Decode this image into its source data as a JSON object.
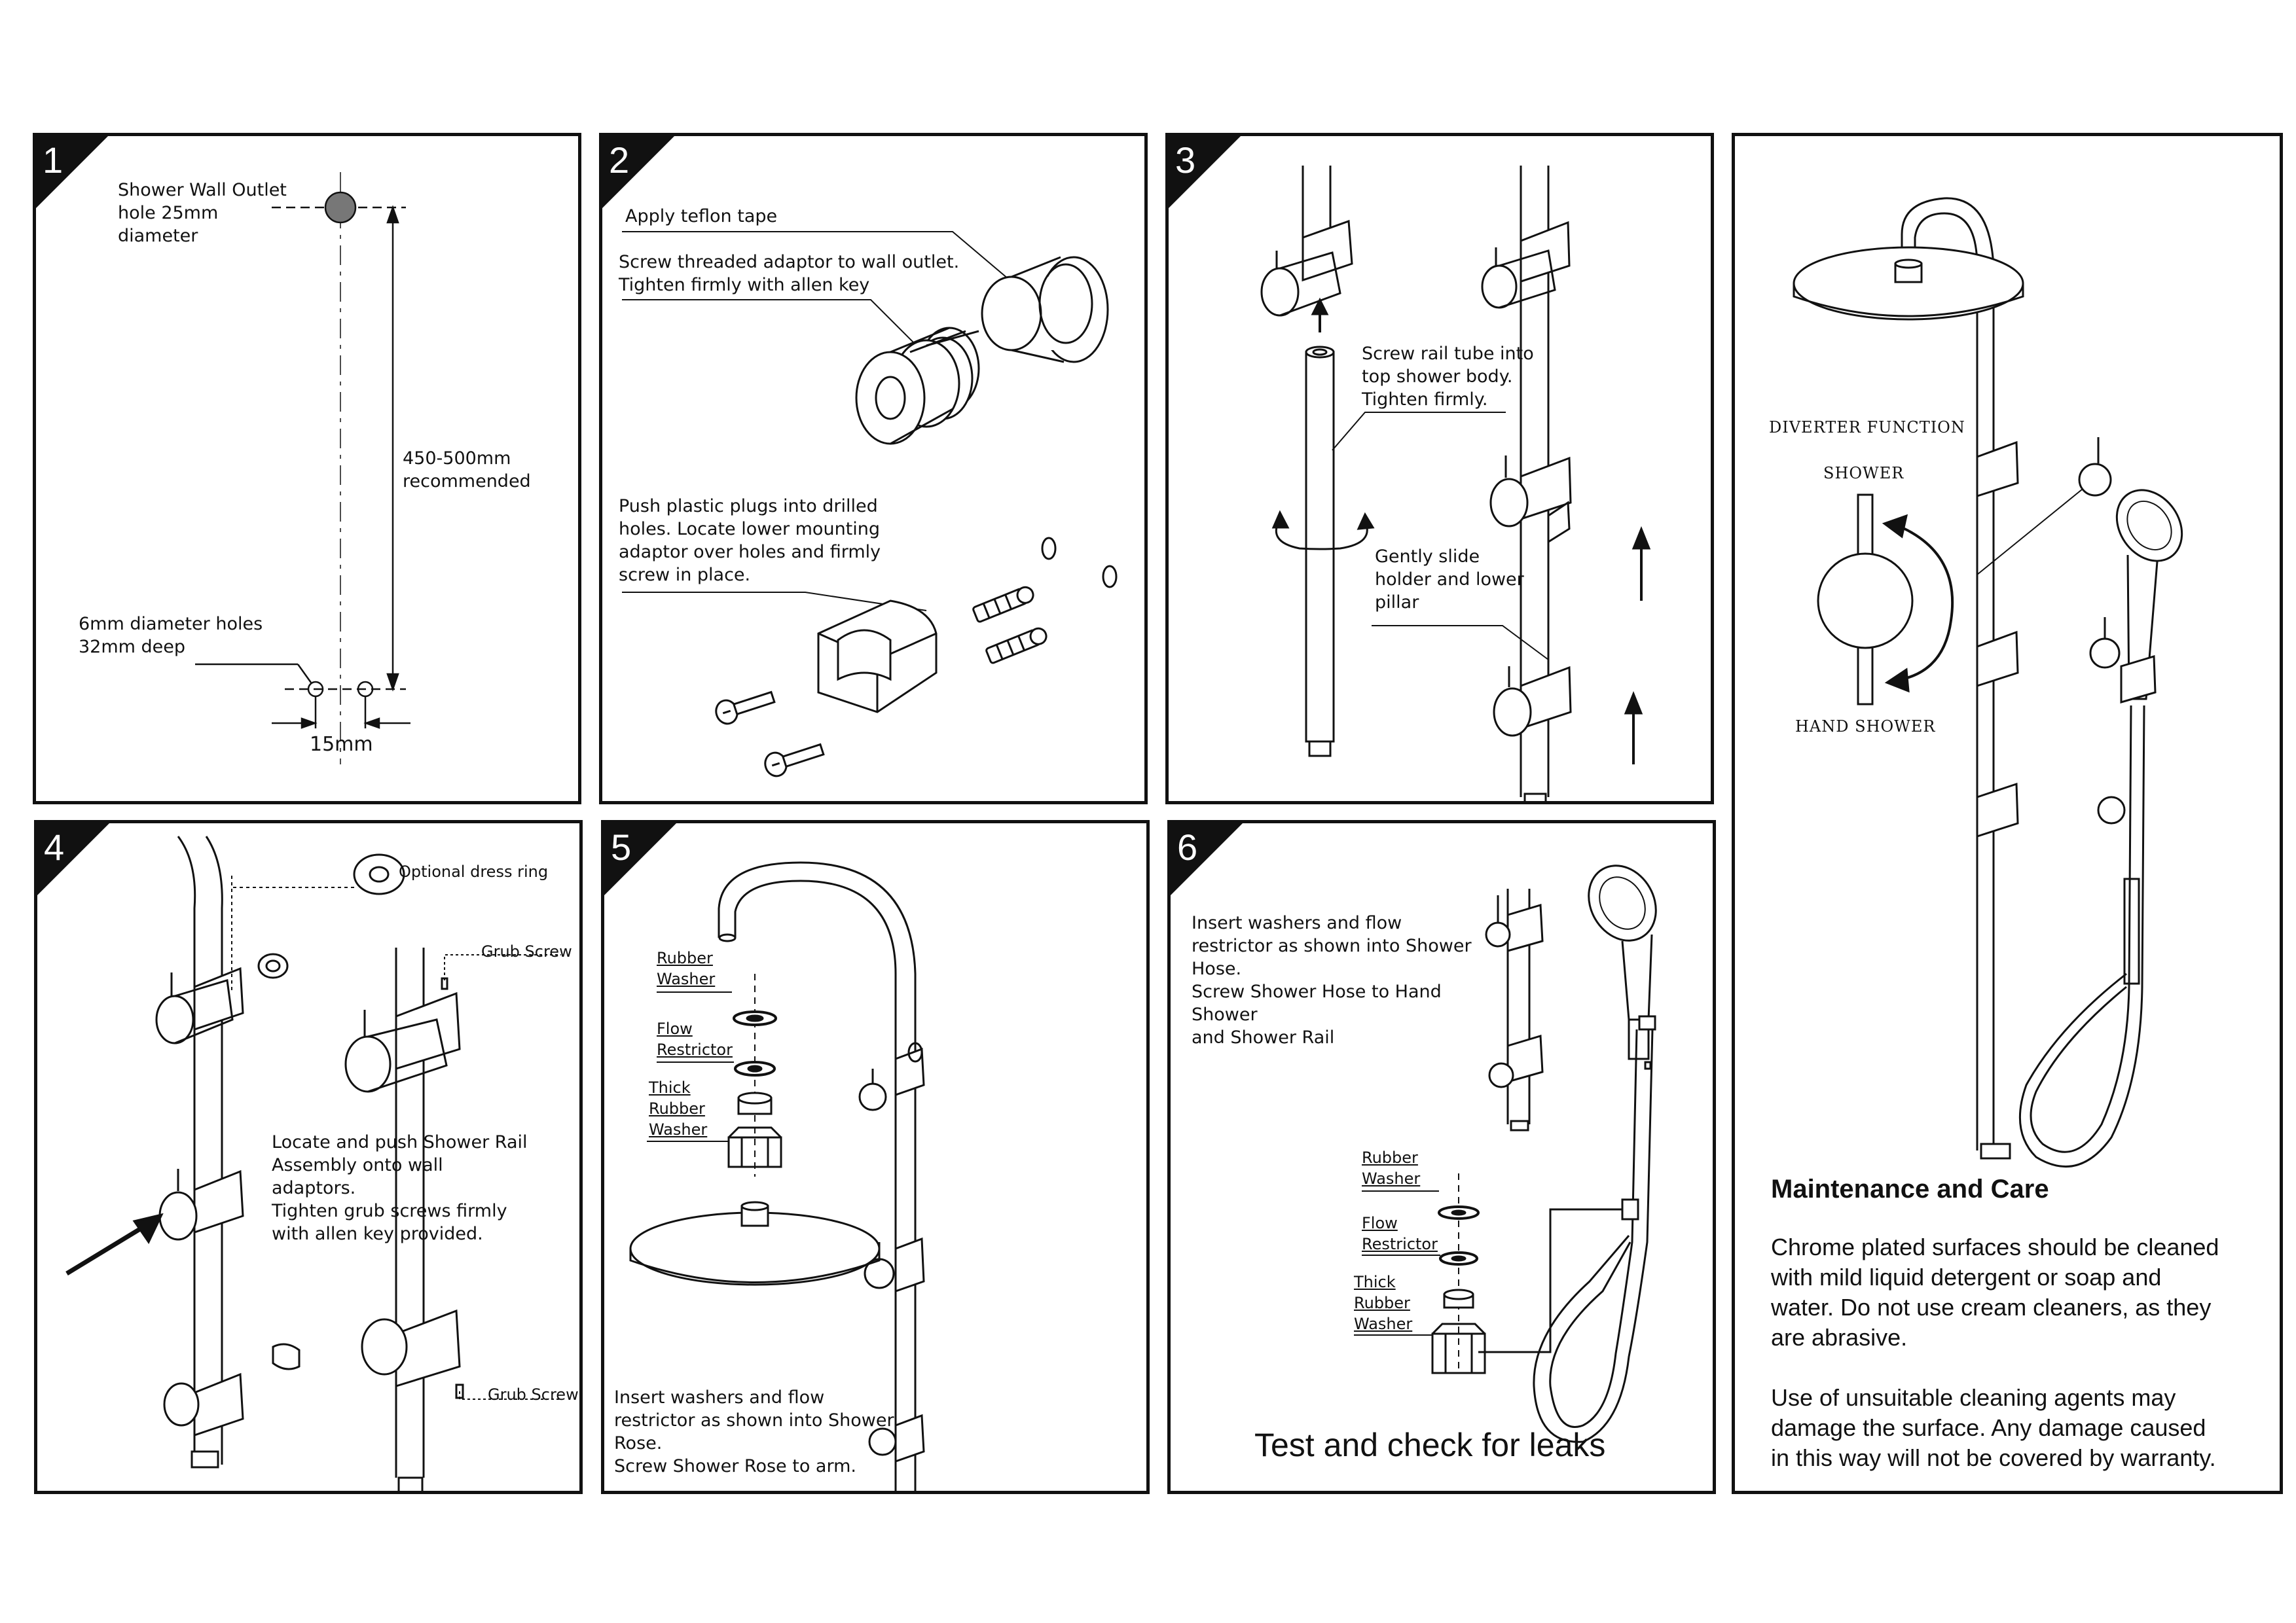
{
  "panels": [
    {
      "number": "1",
      "labels": {
        "outlet": "Shower Wall Outlet\nhole 25mm\ndiameter",
        "recommended": "450-500mm\nrecommended",
        "holes": "6mm diameter holes\n32mm deep",
        "spacing": "15mm"
      }
    },
    {
      "number": "2",
      "labels": {
        "teflon": "Apply teflon tape",
        "adaptor": "Screw threaded adaptor to wall outlet.\nTighten firmly with allen key",
        "plugs": "Push plastic plugs into drilled\nholes. Locate lower mounting\nadaptor over holes and firmly\nscrew in place."
      }
    },
    {
      "number": "3",
      "labels": {
        "rail": "Screw rail tube into\ntop shower body.\nTighten firmly.",
        "slide": "Gently slide\nholder and lower\npillar"
      }
    },
    {
      "number": "4",
      "labels": {
        "dress_ring": "Optional dress ring",
        "grub_top": "Grub Screw",
        "grub_bottom": "Grub Screw",
        "locate": "Locate and push Shower Rail\nAssembly onto wall\nadaptors.\nTighten grub screws firmly\nwith allen key provided."
      }
    },
    {
      "number": "5",
      "labels": {
        "rubber_washer": "Rubber\nWasher",
        "flow_restrictor": "Flow\nRestrictor",
        "thick_washer": "Thick\nRubber\nWasher",
        "insert": "Insert washers and flow\nrestrictor as shown into Shower\nRose.\nScrew Shower Rose to arm."
      }
    },
    {
      "number": "6",
      "labels": {
        "insert": "Insert washers and flow\nrestrictor as shown into Shower\nHose.\nScrew Shower Hose to  Hand\nShower\nand Shower Rail",
        "rubber_washer": "Rubber\nWasher",
        "flow_restrictor": "Flow\nRestrictor",
        "thick_washer": "Thick\nRubber\nWasher",
        "test": "Test and check for leaks"
      }
    }
  ],
  "maintenance": {
    "diverter_title": "DIVERTER FUNCTION",
    "shower": "SHOWER",
    "hand_shower": "HAND SHOWER",
    "heading": "Maintenance and Care",
    "paragraph_1": "Chrome plated surfaces should be cleaned\nwith mild liquid detergent or soap and\nwater. Do not use cream cleaners, as they\nare abrasive.",
    "paragraph_2": "Use of unsuitable cleaning agents may\ndamage the surface. Any damage caused\nin this way will not be covered by warranty."
  },
  "colors": {
    "ink": "#111111",
    "outlet_fill": "#777777",
    "paper": "#ffffff"
  }
}
